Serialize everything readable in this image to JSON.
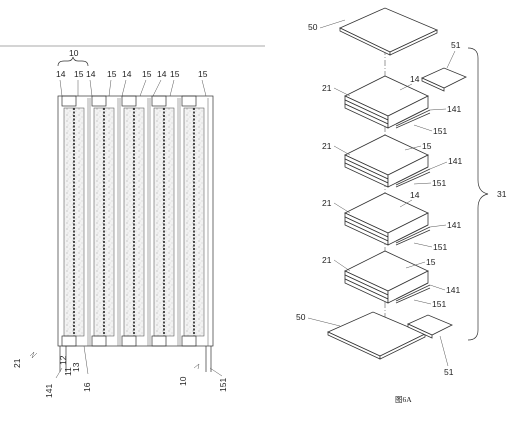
{
  "left_figure": {
    "brace_label": "10",
    "top_labels": [
      "14",
      "15",
      "14",
      "15",
      "14",
      "15",
      "14",
      "15",
      "15"
    ],
    "bottom_labels": {
      "l21": "21",
      "l141": "141",
      "l11": "11",
      "l12": "12",
      "l13": "13",
      "l16": "16",
      "l10": "10",
      "l151": "151"
    }
  },
  "right_figure": {
    "caption": "图6A",
    "brace_label": "31",
    "top_plate_label": "50",
    "top_tab_label": "51",
    "bottom_plate_label": "50",
    "bottom_tab_label": "51",
    "layers": [
      {
        "side": "21",
        "top": "14",
        "lower_tab": "141",
        "bottom": "151"
      },
      {
        "side": "21",
        "top": "15",
        "lower_tab": "141",
        "bottom": "151"
      },
      {
        "side": "21",
        "top": "14",
        "lower_tab": "141",
        "bottom": "151"
      },
      {
        "side": "21",
        "top": "15",
        "lower_tab": "141",
        "bottom": "151"
      }
    ]
  }
}
